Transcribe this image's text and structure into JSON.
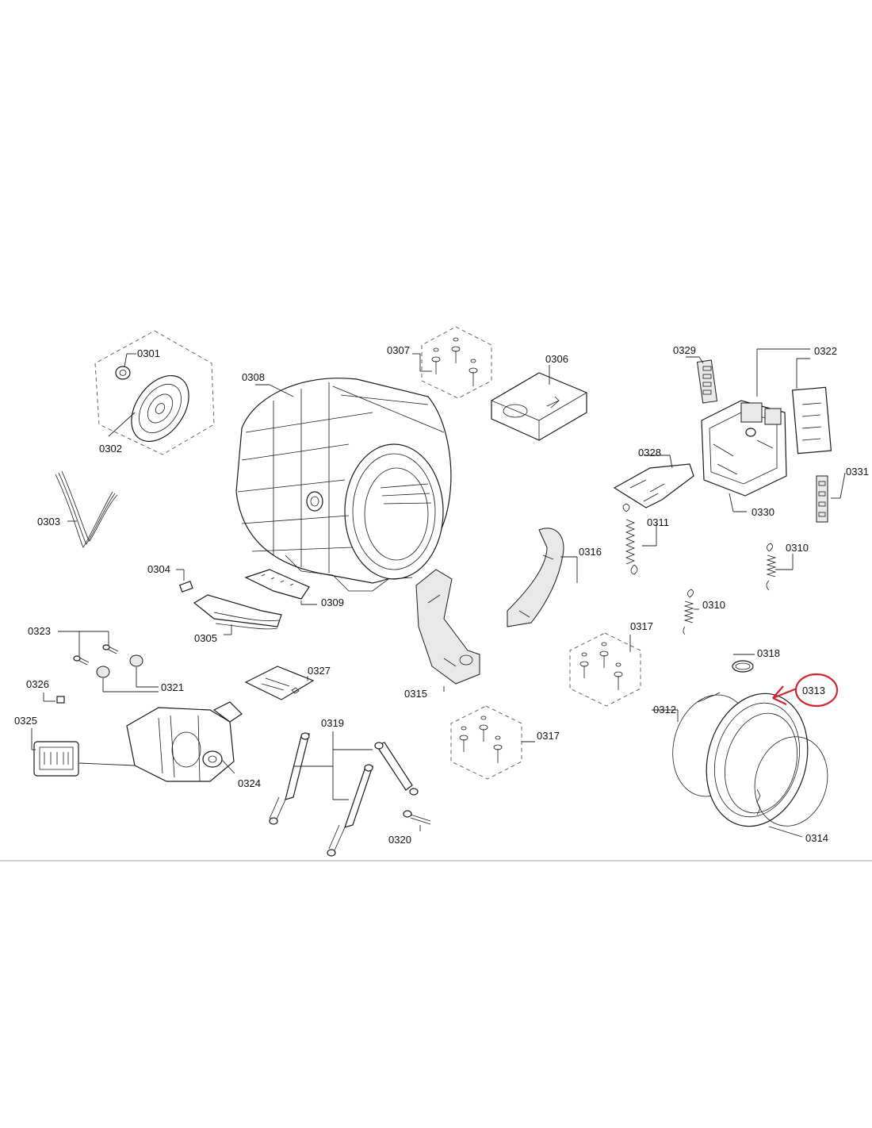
{
  "labels": {
    "p0301": "0301",
    "p0302": "0302",
    "p0303": "0303",
    "p0304": "0304",
    "p0305": "0305",
    "p0306": "0306",
    "p0307": "0307",
    "p0308": "0308",
    "p0309": "0309",
    "p0310a": "0310",
    "p0310b": "0310",
    "p0311": "0311",
    "p0312": "0312",
    "p0313": "0313",
    "p0314": "0314",
    "p0315": "0315",
    "p0316": "0316",
    "p0317a": "0317",
    "p0317b": "0317",
    "p0318": "0318",
    "p0319": "0319",
    "p0320": "0320",
    "p0321": "0321",
    "p0322": "0322",
    "p0323": "0323",
    "p0324": "0324",
    "p0325": "0325",
    "p0326": "0326",
    "p0327": "0327",
    "p0328": "0328",
    "p0329": "0329",
    "p0330": "0330",
    "p0331": "0331"
  },
  "highlight": {
    "part": "0313",
    "color": "#d0262d"
  },
  "colors": {
    "line": "#222222",
    "background": "#ffffff"
  }
}
